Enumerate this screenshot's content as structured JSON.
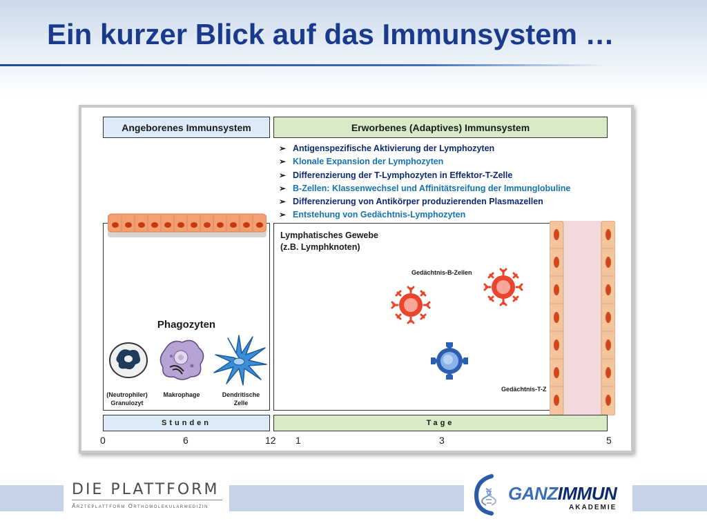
{
  "slide": {
    "title": "Ein kurzer Blick auf das Immunsystem …"
  },
  "diagram": {
    "innate_label": "Angeborenes Immunsystem",
    "adaptive_label": "Erworbenes (Adaptives) Immunsystem",
    "bullets": [
      "Antigenspezifische Aktivierung der Lymphozyten",
      "Klonale Expansion der Lymphozyten",
      "Differenzierung der T-Lymphozyten in Effektor-T-Zelle",
      "B-Zellen: Klassenwechsel und Affinitätsreifung der Immunglobuline",
      "Differenzierung von Antikörper produzierenden Plasmazellen",
      "Entstehung von Gedächtnis-Lymphozyten"
    ],
    "lymph_title_line1": "Lymphatisches Gewebe",
    "lymph_title_line2": "(z.B. Lymphknoten)",
    "phagocytes_title": "Phagozyten",
    "cells": {
      "granulocyte_line1": "(Neutrophiler)",
      "granulocyte_line2": "Granulozyt",
      "macrophage": "Makrophage",
      "dendritic_line1": "Dendritische",
      "dendritic_line2": "Zelle"
    },
    "memory_b_label": "Gedächtnis-B-Zellen",
    "memory_t_label": "Gedächtnis-T-Z",
    "hours_label": "Stunden",
    "days_label": "Tage",
    "ticks": [
      "0",
      "6",
      "12",
      "1",
      "3",
      "5"
    ]
  },
  "footer": {
    "platform_title": "DIE PLATTFORM",
    "platform_subtitle": "Ärzteplattform Orthomolekularmedizin",
    "ganz_part1": "GANZ",
    "ganz_part2": "IMMUN",
    "akademie": "AKADEMIE"
  },
  "colors": {
    "title_blue": "#1c3a8c",
    "innate_fill": "#dcebf7",
    "adaptive_fill": "#d8eac6",
    "bullet_dark": "#0e2a70",
    "bullet_blue": "#1673b0",
    "memory_b_cell": "#e8452c",
    "memory_t_cell": "#2d5fb0",
    "vessel_lumen": "#f2d9dc"
  }
}
